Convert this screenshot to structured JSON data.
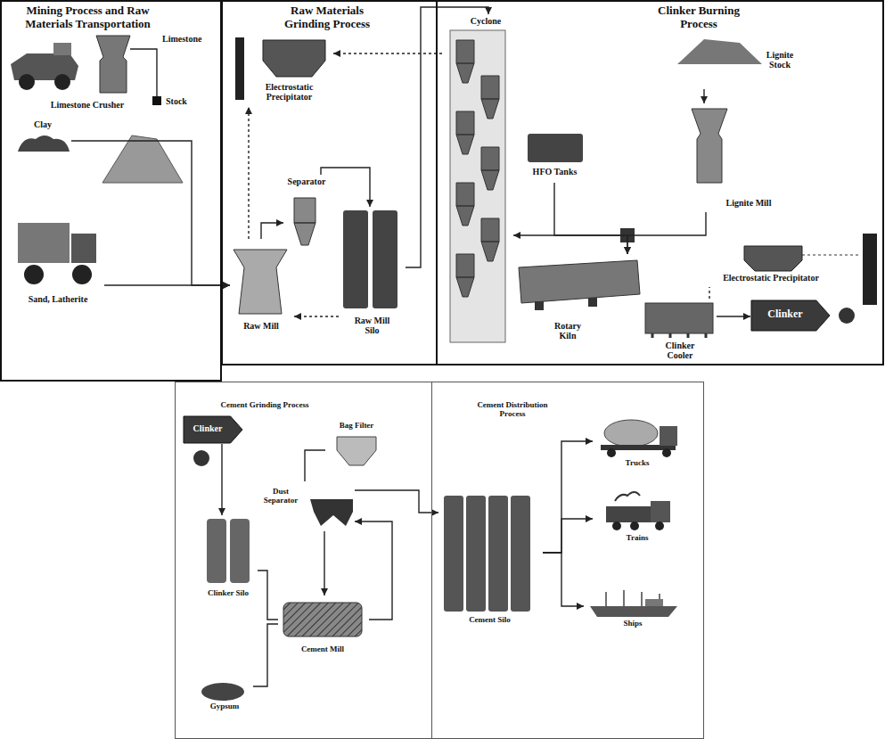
{
  "diagram": {
    "nodes": [
      {
        "text": [
          "Mining Process and Raw Materials Transportation"
        ]
      },
      {
        "text": [
          "Raw Materials Grinding Process"
        ]
      },
      {
        "text": [
          "Clinker Burning Process"
        ]
      },
      {
        "text": [
          "Cement Grinding Process"
        ]
      },
      {
        "text": [
          "Cement Distribution Process"
        ]
      },
      {
        "text": [
          "Limestone Crusher"
        ],
        "in": 0
      },
      {
        "text": [
          "Clay"
        ],
        "in": 0
      },
      {
        "text": [
          "Sand, Latherite"
        ],
        "in": 0
      },
      {
        "text": [
          "Electrostatic Precipitator"
        ],
        "in": 1
      },
      {
        "text": [
          "Separator"
        ],
        "in": 1
      },
      {
        "text": [
          "Raw Mill"
        ],
        "in": 1
      },
      {
        "text": [
          "Raw Mill Silo"
        ],
        "in": 1
      },
      {
        "text": [
          "Cyclone"
        ],
        "in": 2
      },
      {
        "text": [
          "HFO Tanks"
        ],
        "in": 2
      },
      {
        "text": [
          "Lignite Stock"
        ],
        "in": 2
      },
      {
        "text": [
          "Lignite Mill"
        ],
        "in": 2
      },
      {
        "text": [
          "Electrostatic Precipitator"
        ],
        "in": 2
      },
      {
        "text": [
          "Rotary Kiln"
        ],
        "in": 2
      },
      {
        "text": [
          "Clinker Cooler"
        ],
        "in": 2
      },
      {
        "text": [
          "Clinker"
        ],
        "in": 2
      },
      {
        "text": [
          "Clinker"
        ],
        "in": 3
      },
      {
        "text": [
          "Bag Filter"
        ],
        "in": 3
      },
      {
        "text": [
          "Dust Separator"
        ],
        "in": 3
      },
      {
        "text": [
          "Clinker Silo"
        ],
        "in": 3
      },
      {
        "text": [
          "Cement Mill"
        ],
        "in": 3
      },
      {
        "text": [
          "Gypsum"
        ],
        "in": 3
      },
      {
        "text": [
          "Cement Silo"
        ],
        "in": 4
      },
      {
        "text": [
          "Trucks"
        ],
        "in": 4
      },
      {
        "text": [
          "Trains"
        ],
        "in": 4
      },
      {
        "text": [
          "Ships"
        ],
        "in": 4
      }
    ],
    "edges": [
      {
        "from": 6,
        "to": 10,
        "arrow": "to"
      },
      {
        "from": 7,
        "to": 10,
        "arrow": "to"
      },
      {
        "from": 10,
        "to": 9,
        "arrow": "to"
      },
      {
        "from": 9,
        "to": 11,
        "arrow": "to"
      },
      {
        "from": 11,
        "to": 10,
        "arrow": "to"
      },
      {
        "from": 10,
        "to": 8,
        "arrow": "to"
      },
      {
        "from": 11,
        "to": 12,
        "arrow": "to"
      },
      {
        "from": 12,
        "to": 8,
        "arrow": "to"
      },
      {
        "from": 14,
        "to": 15,
        "arrow": "to"
      },
      {
        "from": 15,
        "to": 17,
        "arrow": "to"
      },
      {
        "from": 13,
        "to": 17,
        "arrow": "to"
      },
      {
        "from": 18,
        "to": 16,
        "arrow": "none"
      },
      {
        "from": 18,
        "to": 19,
        "arrow": "to"
      },
      {
        "from": 20,
        "to": 23,
        "arrow": "to"
      },
      {
        "from": 23,
        "to": 24,
        "arrow": "none"
      },
      {
        "from": 25,
        "to": 24,
        "arrow": "none"
      },
      {
        "from": 24,
        "to": 22,
        "arrow": "to"
      },
      {
        "from": 22,
        "to": 24,
        "arrow": "to"
      },
      {
        "from": 22,
        "to": 21,
        "arrow": "none"
      },
      {
        "from": 22,
        "to": 26,
        "arrow": "to"
      },
      {
        "from": 26,
        "to": 27,
        "arrow": "to"
      },
      {
        "from": 26,
        "to": 28,
        "arrow": "to"
      },
      {
        "from": 26,
        "to": 29,
        "arrow": "to"
      }
    ],
    "labels": [
      "Limestone",
      "Stock"
    ]
  }
}
